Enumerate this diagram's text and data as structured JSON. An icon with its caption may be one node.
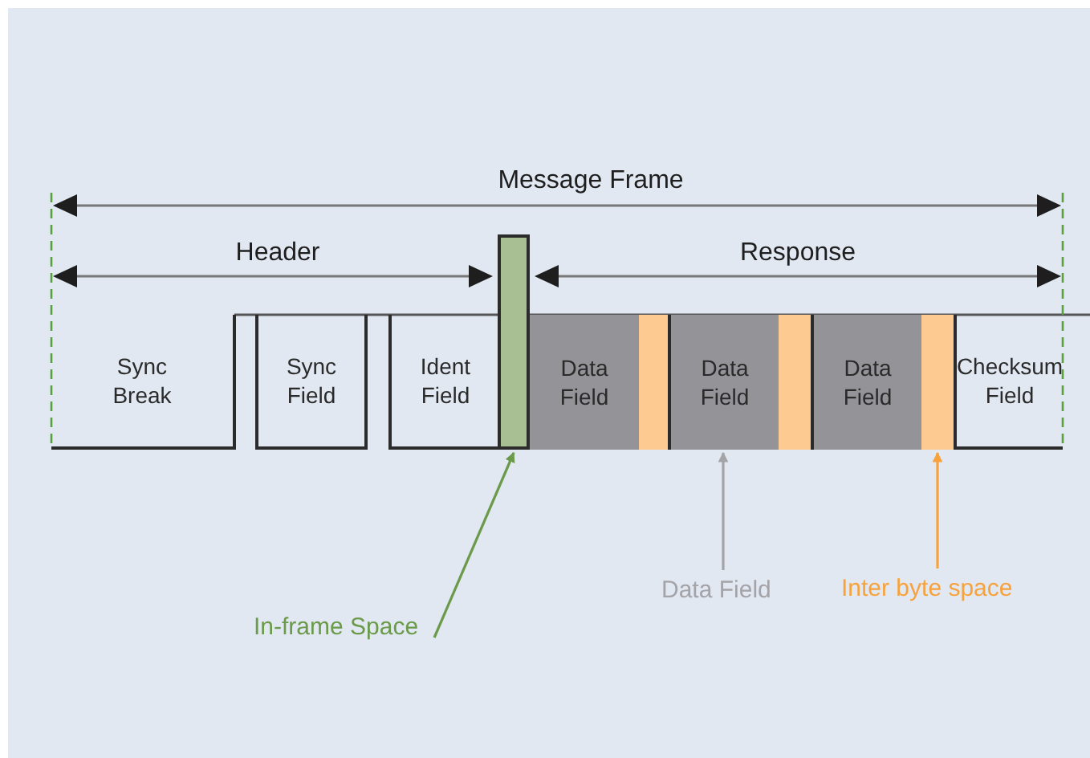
{
  "diagram": {
    "nodes": [
      {
        "text": [
          "Sync Break"
        ]
      },
      {
        "text": [
          "Sync Field"
        ]
      },
      {
        "text": [
          "Ident Field"
        ]
      },
      {
        "text": [],
        "shape": "bar"
      },
      {
        "text": [
          "Data Field"
        ]
      },
      {
        "text": [],
        "shape": "bar"
      },
      {
        "text": [
          "Data Field"
        ]
      },
      {
        "text": [],
        "shape": "bar"
      },
      {
        "text": [
          "Data Field"
        ]
      },
      {
        "text": [],
        "shape": "bar"
      },
      {
        "text": [
          "Checksum Field"
        ]
      },
      {
        "text": [
          "In-frame Space"
        ]
      },
      {
        "text": [
          "Data Field"
        ]
      },
      {
        "text": [
          "Inter byte space"
        ]
      }
    ],
    "edges": [
      {
        "from": 11,
        "to": 3,
        "arrow": "to",
        "color": "#6a9a4a"
      },
      {
        "from": 12,
        "to": 6,
        "arrow": "to",
        "color": "#a3a3a8"
      },
      {
        "from": 13,
        "to": 9,
        "arrow": "to",
        "color": "#f7a23c"
      }
    ],
    "labels": [
      "Message Frame",
      "Header",
      "Response"
    ]
  }
}
